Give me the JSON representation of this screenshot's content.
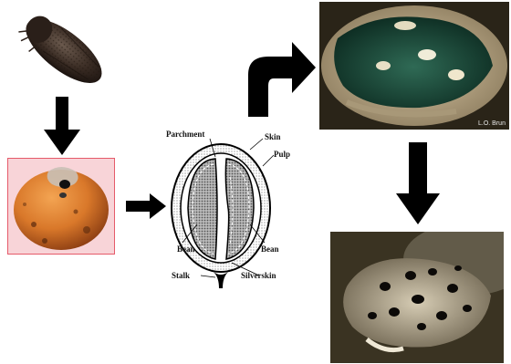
{
  "cross_section": {
    "labels": {
      "parchment": "Parchment",
      "skin": "Skin",
      "pulp": "Pulp",
      "bean_left": "Bean",
      "bean_right": "Bean",
      "stalk": "Stalk",
      "silverskin": "Silverskin"
    }
  },
  "photo_credit": "L.O. Brun",
  "colors": {
    "arrow": "#000000",
    "berry_orange": "#d9782a",
    "photo_frame": "#e55a6a",
    "beetle": "#3a2c24"
  },
  "icons": [
    "beetle-image",
    "infested-berry-image",
    "larvae-in-bean-image",
    "bored-bean-image"
  ]
}
